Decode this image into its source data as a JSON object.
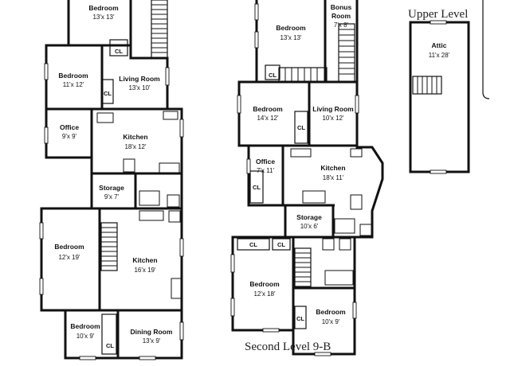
{
  "headings": {
    "upper_level": "Upper Level",
    "second_level": "Second Level 9-B"
  },
  "closet_label": "CL",
  "rooms": {
    "l_bedroom_top": {
      "name": "Bedroom",
      "dims": "13'x 13'"
    },
    "l_bedroom_2": {
      "name": "Bedroom",
      "dims": "11'x 12'"
    },
    "l_living": {
      "name": "Living Room",
      "dims": "13'x 10'"
    },
    "l_office": {
      "name": "Office",
      "dims": "9'x 9'"
    },
    "l_kitchen_1": {
      "name": "Kitchen",
      "dims": "18'x 12'"
    },
    "l_storage": {
      "name": "Storage",
      "dims": "9'x 7'"
    },
    "l_bedroom_3": {
      "name": "Bedroom",
      "dims": "12'x 19'"
    },
    "l_kitchen_2": {
      "name": "Kitchen",
      "dims": "16'x 19'"
    },
    "l_bedroom_4": {
      "name": "Bedroom",
      "dims": "10'x 9'"
    },
    "l_dining": {
      "name": "Dining Room",
      "dims": "13'x 9'"
    },
    "m_bedroom_top": {
      "name": "Bedroom",
      "dims": "13'x 13'"
    },
    "m_bonus": {
      "name": "Bonus Room",
      "name2": "Room",
      "dims": "7'x 8'"
    },
    "m_bedroom_2": {
      "name": "Bedroom",
      "dims": "14'x 12'"
    },
    "m_living": {
      "name": "Living Room",
      "dims": "10'x 12'"
    },
    "m_office": {
      "name": "Office",
      "dims": "7'x 11'"
    },
    "m_kitchen": {
      "name": "Kitchen",
      "dims": "18'x 11'"
    },
    "m_storage": {
      "name": "Storage",
      "dims": "10'x 6'"
    },
    "m_bedroom_3": {
      "name": "Bedroom",
      "dims": "12'x 18'"
    },
    "m_bedroom_4": {
      "name": "Bedroom",
      "dims": "10'x 9'"
    },
    "attic": {
      "name": "Attic",
      "dims": "11'x 28'"
    }
  }
}
